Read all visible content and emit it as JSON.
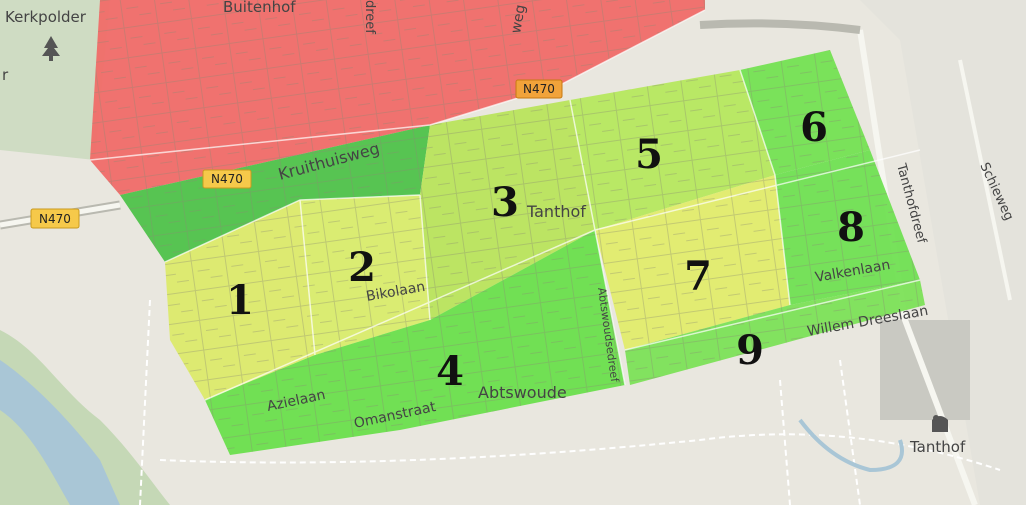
{
  "places": {
    "kerkpolder": "Kerkpolder",
    "buitenhof": "Buitenhof",
    "tanthof_center": "Tanthof",
    "tanthof_east": "Tanthof",
    "abtswoude": "Abtswoude"
  },
  "streets": {
    "kruithuisweg": "Kruithuisweg",
    "bikolaan": "Bikolaan",
    "azielaan": "Azielaan",
    "omanstraat": "Omanstraat",
    "valkenlaan": "Valkenlaan",
    "willem_dreeslaan": "Willem Dreeslaan",
    "tanthofdreef": "Tanthofdreef",
    "schieweg": "Schieweg",
    "frag_left": "r",
    "frag_buiten_dreef": "dreef",
    "frag_top_weg": "weg",
    "frag_abts_dreef": "Abtswoudsedreef"
  },
  "roads": {
    "n470_left": "N470",
    "n470_middle": "N470",
    "n470_top": "N470"
  },
  "zones": [
    {
      "id": "1",
      "label": "1",
      "color": "#dcea6a"
    },
    {
      "id": "2",
      "label": "2",
      "color": "#d9ec6c"
    },
    {
      "id": "3",
      "label": "3",
      "color": "#b9e45c"
    },
    {
      "id": "4",
      "label": "4",
      "color": "#6adf4c"
    },
    {
      "id": "5",
      "label": "5",
      "color": "#b6e85e"
    },
    {
      "id": "6",
      "label": "6",
      "color": "#74e152"
    },
    {
      "id": "7",
      "label": "7",
      "color": "#e1ec6c"
    },
    {
      "id": "8",
      "label": "8",
      "color": "#70e052"
    },
    {
      "id": "9",
      "label": "9",
      "color": "#7ce157"
    }
  ],
  "colors": {
    "red_zone": "#f06b68",
    "dark_green_zone": "#4fc24a",
    "background": "#e9e7df",
    "water": "#a9c6d6"
  }
}
